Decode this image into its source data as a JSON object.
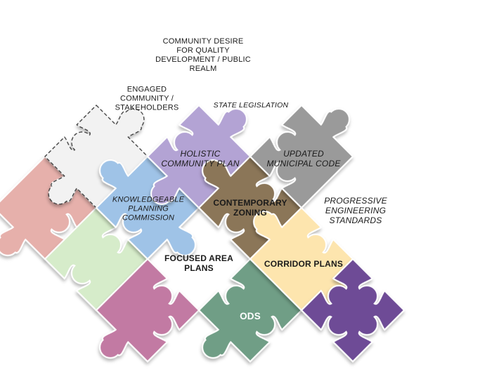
{
  "pieces": [
    {
      "id": "community-desire",
      "label": "COMMUNITY DESIRE\nFOR QUALITY\nDEVELOPMENT / PUBLIC\nREALM",
      "fill": "#e6b0ab"
    },
    {
      "id": "engaged-community",
      "label": "ENGAGED\nCOMMUNITY /\nSTAKEHOLDERS",
      "fill": "#d6ecca"
    },
    {
      "id": "state-legislation",
      "label": "STATE LEGISLATION",
      "fill": "#f2f2f2"
    },
    {
      "id": "holistic-plan",
      "label": "HOLISTIC\nCOMMUNITY PLAN",
      "fill": "#9fc3e7"
    },
    {
      "id": "updated-code",
      "label": "UPDATED\nMUNICIPAL CODE",
      "fill": "#b3a3d4"
    },
    {
      "id": "knowledgeable-commission",
      "label": "KNOWLEDGEABLE\nPLANNING\nCOMMISSION",
      "fill": "#c27aa3"
    },
    {
      "id": "contemporary-zoning",
      "label": "CONTEMPORARY\nZONING",
      "fill": "#8b7659"
    },
    {
      "id": "progressive-standards",
      "label": "PROGRESSIVE\nENGINEERING\nSTANDARDS",
      "fill": "#9a9a9a"
    },
    {
      "id": "focused-plans",
      "label": "FOCUSED AREA\nPLANS",
      "fill": "#6f9e86"
    },
    {
      "id": "corridor-plans",
      "label": "CORRIDOR PLANS",
      "fill": "#fde5ae"
    },
    {
      "id": "ods",
      "label": "ODS",
      "fill": "#6e4c96"
    }
  ]
}
